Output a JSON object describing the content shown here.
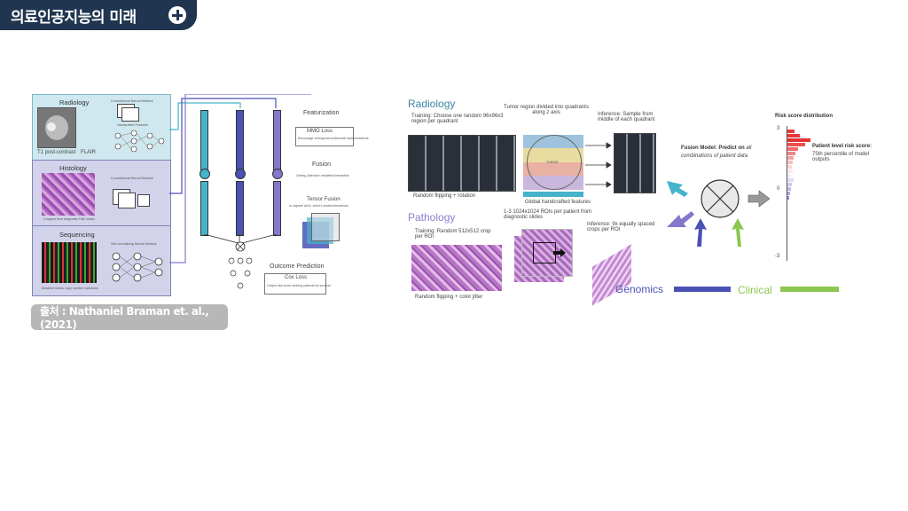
{
  "header": {
    "title": "의료인공지능의 미래"
  },
  "attribution": "출처 : Nathaniel Braman et. al., (2021)",
  "left_figure": {
    "radiology": {
      "title": "Radiology",
      "caption": "T1 post-contrast",
      "caption2": "FLAIR",
      "cnn": "Convolutional Neural Network",
      "handcrafted": "Handcrafted Features"
    },
    "histology": {
      "title": "Histology",
      "cnn": "Convolutional Neural Network",
      "caption": "Cropped from diagnostic H&E slides"
    },
    "sequencing": {
      "title": "Sequencing",
      "net": "Self-normalizing Neural Network",
      "caption": "Mutation status, copy number variations"
    },
    "featurization": "Featurization",
    "mmo": "MMO Loss",
    "mmo_sub": "Encourage orthogonal multimodal representations",
    "fusion": "Fusion",
    "fusion_sub": "Gating, Attention-mediated interaction",
    "tensor_fusion": "Tensor Fusion",
    "tensor_sub": "to capture all bi- and tri-modal interactions",
    "outcome": "Outcome Prediction",
    "cox": "Cox Loss",
    "cox_sub": "Output risk score ranking patients by survival"
  },
  "right_figure": {
    "radiology": "Radiology",
    "rad_training": "Training: Choose one random 96x96x3\nregion per quadrant",
    "rad_quadrants": "Tumor region divided into quadrants\nalong z axis",
    "rad_inference": "Inference: Sample from\nmiddle of each quadrant",
    "rad_flip": "Random flipping + rotation",
    "tumor": "TUMOR",
    "global": "Global handcrafted features",
    "pathology": "Pathology",
    "path_rois": "1-3 1024x1024 ROIs per patient from\ndiagnostic slides",
    "path_training": "Training: Random 512x512 crop\nper ROI",
    "path_inference": "Inference: 9x equally spaced\ncrops per ROI",
    "path_flip": "Random flipping + color jitter",
    "fusion_model_a": "Fusion Model: Predict on ",
    "fusion_model_b": "all",
    "fusion_model_c": "combinations of patient data",
    "genomics": "Genomics",
    "clinical": "Clinical",
    "risk_title": "Risk score distribution",
    "risk_level": "Patient level risk score:",
    "risk_sub": "75th percentile of model\noutputs",
    "tick_top": "3",
    "tick_mid": "0",
    "tick_bot": "-3"
  },
  "colors": {
    "header_bg": "#1f3550",
    "radiology": "#3d87a3",
    "pathology": "#8a7fd0",
    "genomics": "#4a52b5",
    "clinical": "#8cc751"
  }
}
